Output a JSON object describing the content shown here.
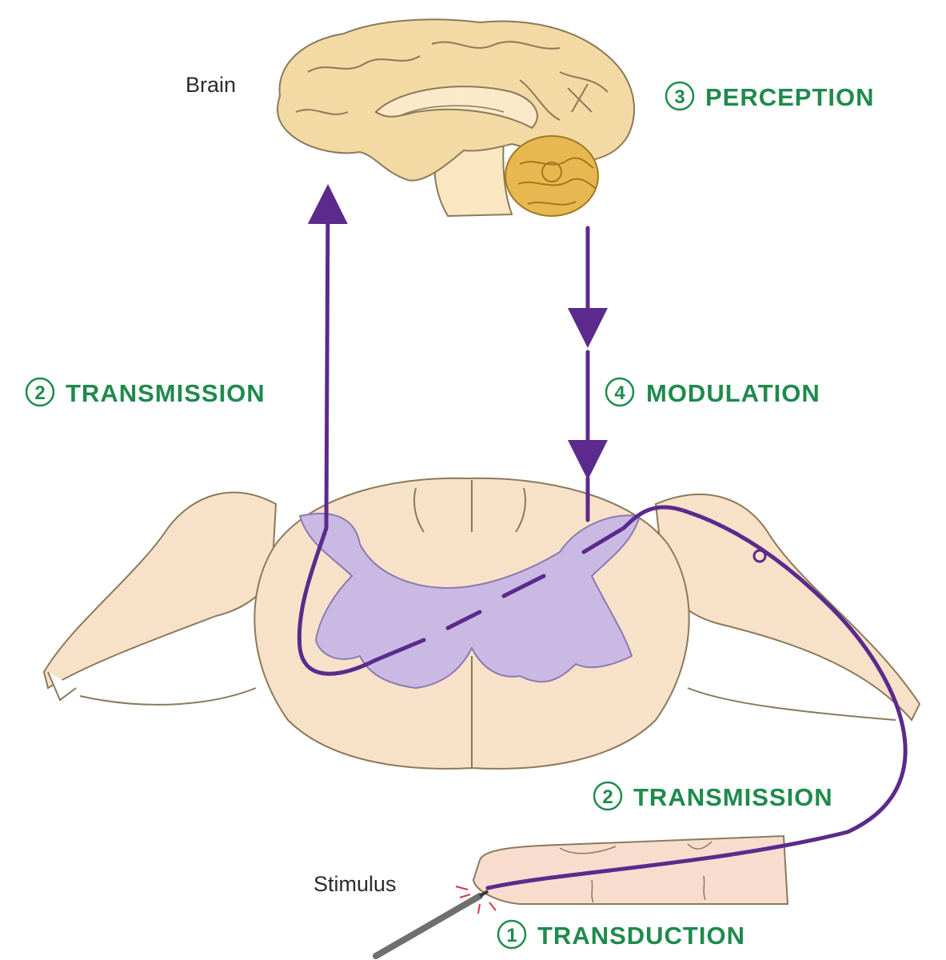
{
  "labels": {
    "brain": "Brain",
    "stimulus": "Stimulus"
  },
  "steps": [
    {
      "number": "3",
      "name": "PERCEPTION"
    },
    {
      "number": "2",
      "name": "TRANSMISSION"
    },
    {
      "number": "4",
      "name": "MODULATION"
    },
    {
      "number": "2",
      "name": "TRANSMISSION"
    },
    {
      "number": "1",
      "name": "TRANSDUCTION"
    }
  ],
  "colors": {
    "label_green": "#1f8a4c",
    "pathway_purple": "#5b2a8c",
    "tissue_beige": "#f8e1c9",
    "gray_matter_lavender": "#c9b9e3",
    "brain_tan": "#f3d9a4",
    "cerebellum_gold": "#e8b850"
  }
}
